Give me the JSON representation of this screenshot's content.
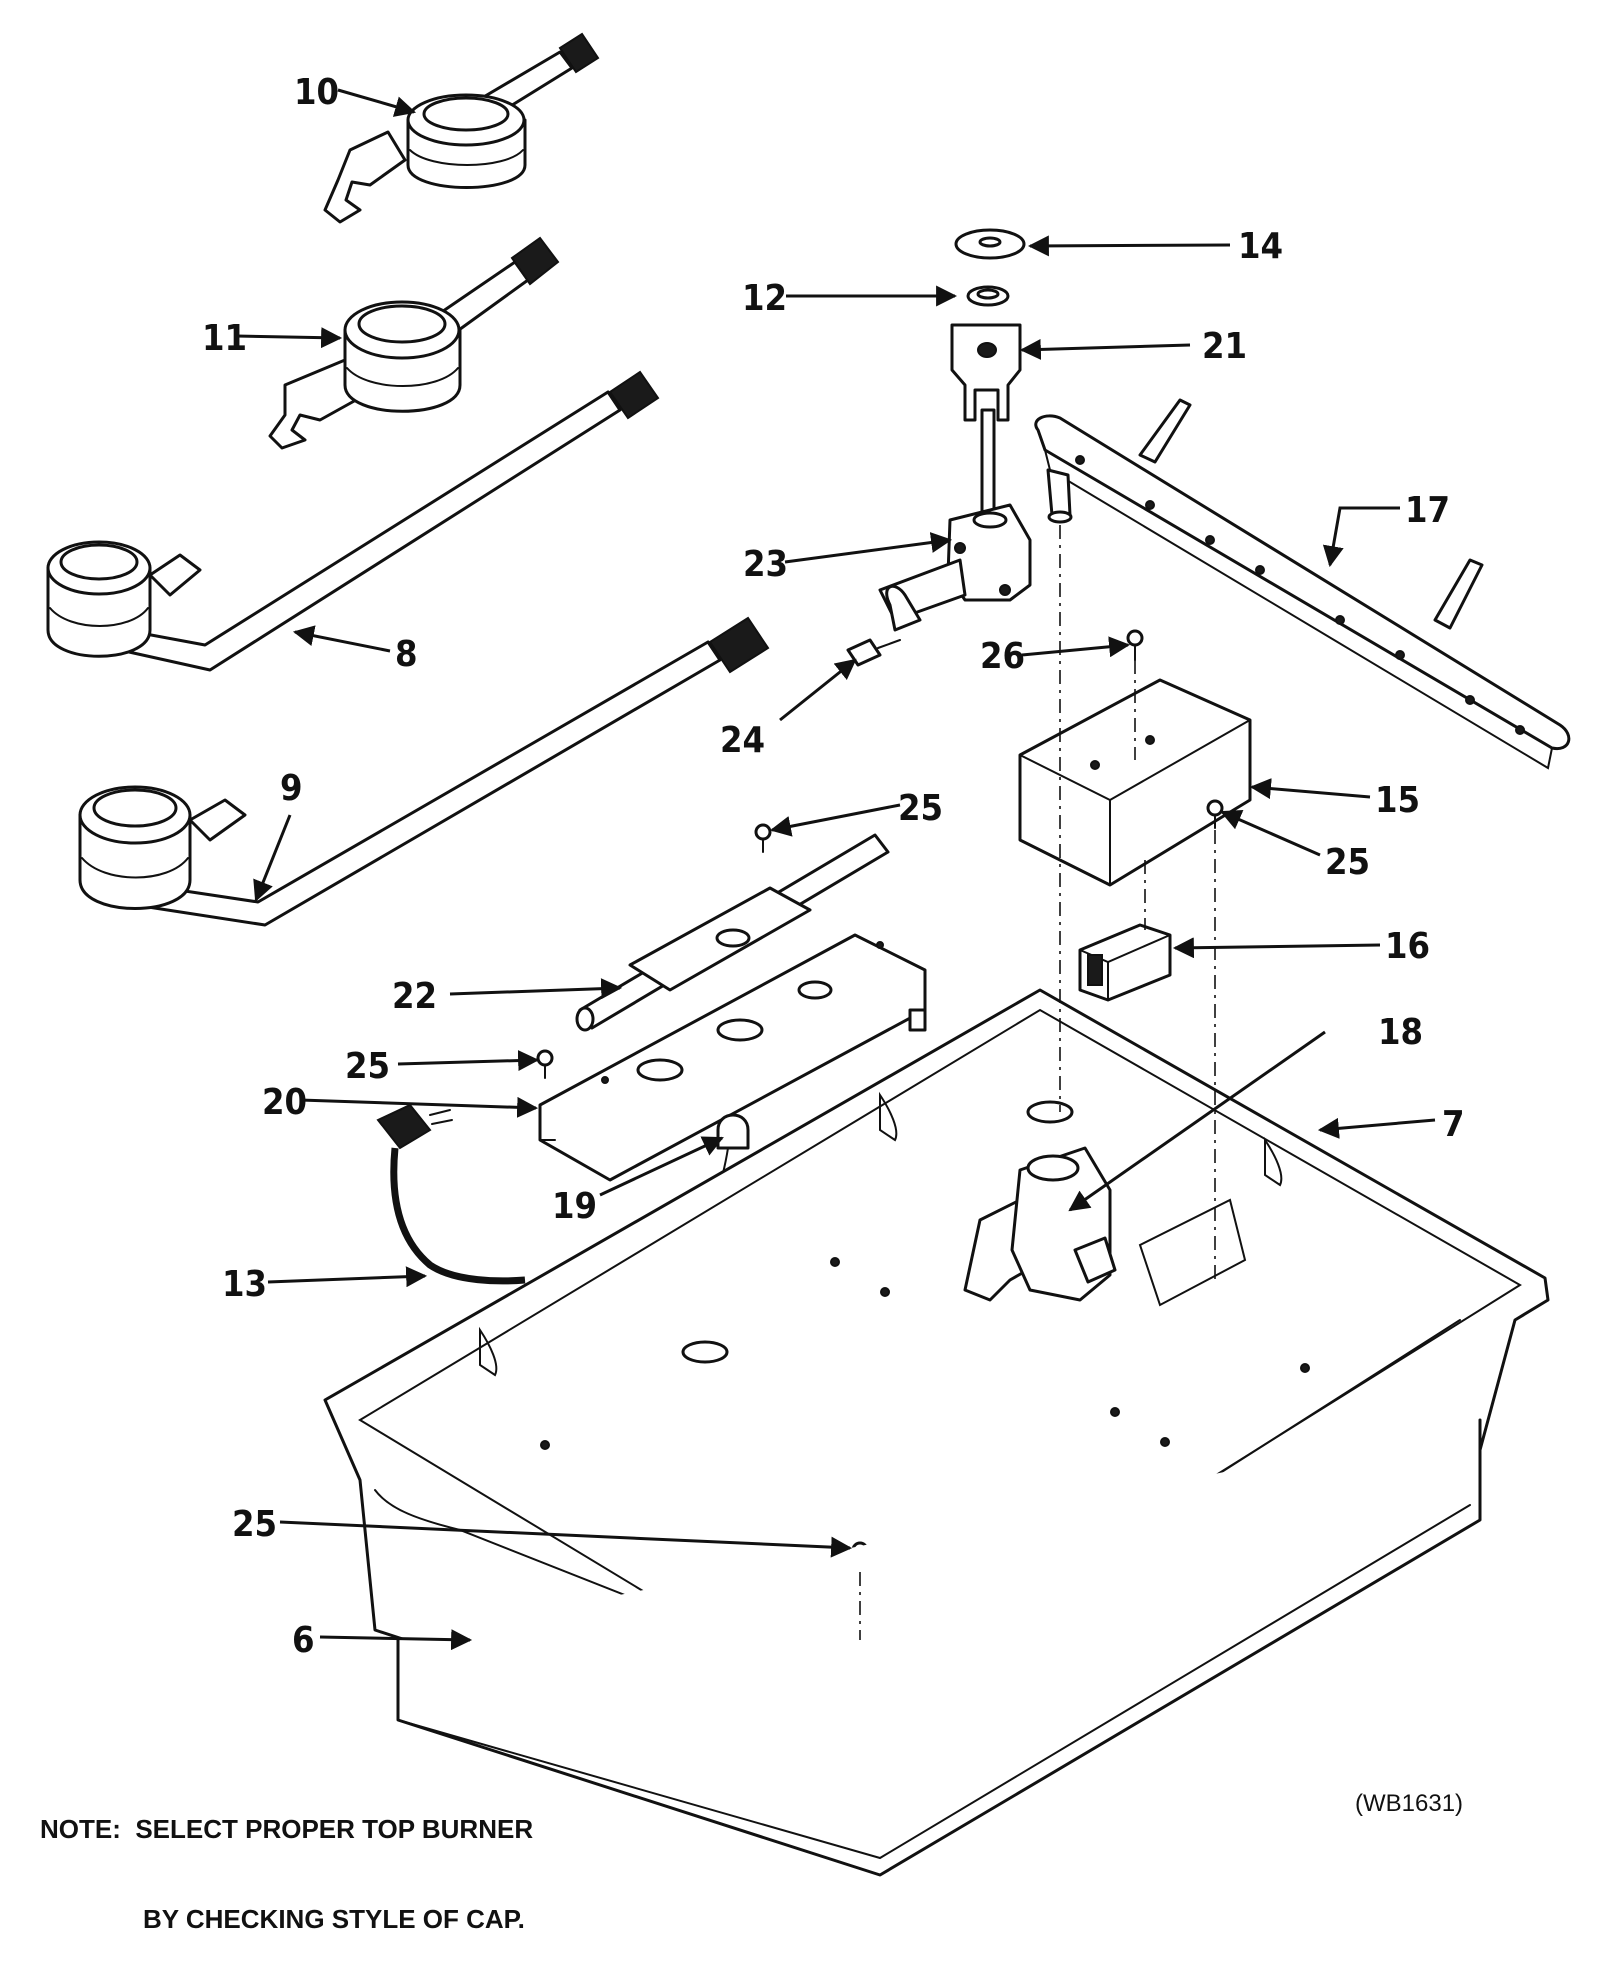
{
  "callouts": [
    {
      "id": "c10",
      "label": "10"
    },
    {
      "id": "c11",
      "label": "11"
    },
    {
      "id": "c8",
      "label": "8"
    },
    {
      "id": "c9",
      "label": "9"
    },
    {
      "id": "c14",
      "label": "14"
    },
    {
      "id": "c12",
      "label": "12"
    },
    {
      "id": "c21",
      "label": "21"
    },
    {
      "id": "c17",
      "label": "17"
    },
    {
      "id": "c23",
      "label": "23"
    },
    {
      "id": "c26",
      "label": "26"
    },
    {
      "id": "c24",
      "label": "24"
    },
    {
      "id": "c15",
      "label": "15"
    },
    {
      "id": "c25a",
      "label": "25"
    },
    {
      "id": "c25b",
      "label": "25"
    },
    {
      "id": "c16",
      "label": "16"
    },
    {
      "id": "c22",
      "label": "22"
    },
    {
      "id": "c18",
      "label": "18"
    },
    {
      "id": "c25c",
      "label": "25"
    },
    {
      "id": "c20",
      "label": "20"
    },
    {
      "id": "c7",
      "label": "7"
    },
    {
      "id": "c19",
      "label": "19"
    },
    {
      "id": "c13",
      "label": "13"
    },
    {
      "id": "c25d",
      "label": "25"
    },
    {
      "id": "c6",
      "label": "6"
    }
  ],
  "note": {
    "line1": "NOTE:  SELECT PROPER TOP BURNER",
    "line2": "BY CHECKING STYLE OF CAP."
  },
  "drawing_code": "(WB1631)"
}
